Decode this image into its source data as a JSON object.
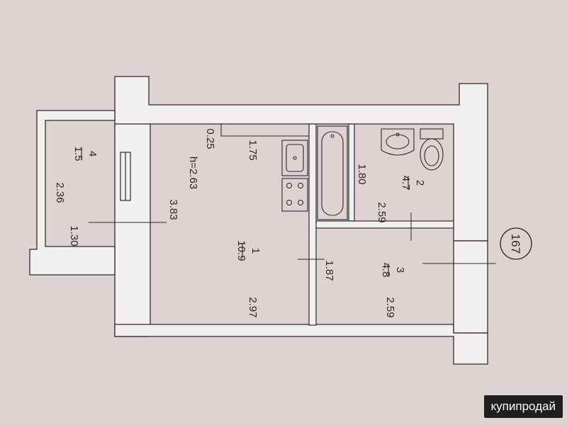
{
  "plan_number": "167",
  "ceiling_height": "h=2.63",
  "rooms": [
    {
      "id": "1",
      "area": "10.9"
    },
    {
      "id": "2",
      "area": "4.7"
    },
    {
      "id": "3",
      "area": "4.8"
    },
    {
      "id": "4",
      "area": "1.5"
    }
  ],
  "dimensions": {
    "room1_width": "2.97",
    "room1_depth": "3.83",
    "kitchen_counter": "1.75",
    "wall_offset": "0.25",
    "bath_length": "1.80",
    "bath_width": "2.59",
    "corridor_length": "1.87",
    "room3_width": "2.59",
    "balcony_length": "2.36",
    "balcony_width": "1.30"
  },
  "watermark": "купипродай"
}
